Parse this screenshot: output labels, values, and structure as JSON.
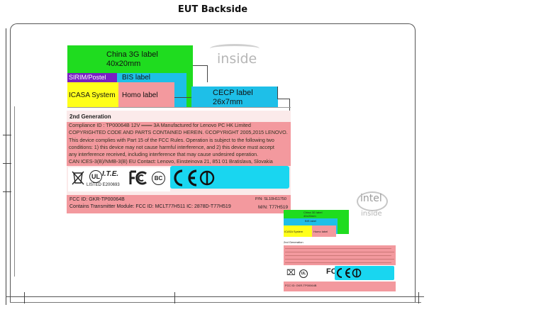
{
  "title": "EUT Backside",
  "labels": {
    "china": [
      "China 3G label",
      "40x20mm"
    ],
    "sirim": "SIRIM/Postel",
    "bis": "BIS label",
    "icasa": "ICASA System",
    "homo": "Homo label",
    "cecp": [
      "CECP label",
      "26x7mm"
    ]
  },
  "brand": {
    "inside": "inside",
    "intel": "intel"
  },
  "compliance": {
    "generation": "2nd Generation",
    "lines": [
      "Compliance ID : TP00064B       12V ═══ 3A       Manufactured for Lenovo PC HK Limited",
      "COPYRIGHTED CODE AND PARTS CONTAINED HEREIN. ©COPYRIGHT 2005,2015 LENOVO.",
      "This device complies with Part 15 of the FCC Rules. Operation is subject to the following two",
      "conditions: 1) this device may not cause harmful interference, and 2) this device must accept",
      "any interference received, including interference that may cause undesired operation.",
      "CAN ICES-3(B)/NMB-3(B)      EU Contact: Lenovo, Einsteinova 21, 851 01 Bratislava, Slovakia"
    ],
    "ul_listed": "LISTED E200693",
    "lts": "I.T.E.",
    "fcc_id": "FCC ID: GKR-TP00064B",
    "module": "Contains Transmitter Module:    FCC ID: MCLT77H511    IC: 2878D-T77H519",
    "pn": "P/N: SL10H11750",
    "mn": "M/N: T77H519"
  },
  "small": {
    "china": [
      "China 3G label",
      "40x20mm"
    ],
    "bis": "BIS label",
    "icasa": "ICASA System",
    "homo": "Homo label",
    "generation": "2nd Generation",
    "fcc_id": "FCC ID: GKR-TP00064B"
  }
}
